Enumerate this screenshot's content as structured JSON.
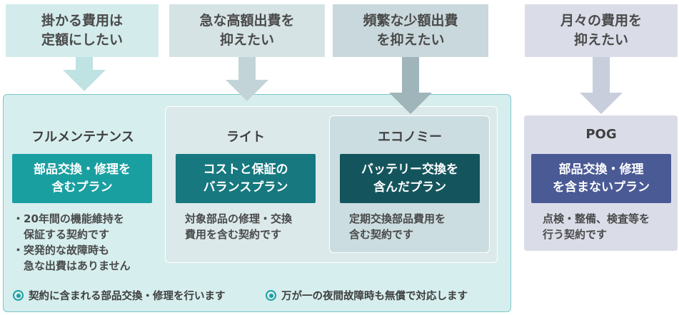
{
  "needs": [
    {
      "line1": "掛かる費用は",
      "line2": "定額にしたい"
    },
    {
      "line1": "急な高額出費を",
      "line2": "抑えたい"
    },
    {
      "line1": "頻繁な少額出費",
      "line2": "を抑えたい"
    },
    {
      "line1": "月々の費用を",
      "line2": "抑えたい"
    }
  ],
  "plans": {
    "full": {
      "title": "フルメンテナンス",
      "box_line1": "部品交換・修理を",
      "box_line2": "含むプラン",
      "bullets": [
        {
          "mark": "・",
          "lines": [
            "20年間の機能維持を",
            "保証する契約です"
          ]
        },
        {
          "mark": "・",
          "lines": [
            "突発的な故障時も",
            "急な出費はありません"
          ]
        }
      ]
    },
    "lite": {
      "title": "ライト",
      "box_line1": "コストと保証の",
      "box_line2": "バランスプラン",
      "desc_line1": "対象部品の修理・交換",
      "desc_line2": "費用を含む契約です"
    },
    "economy": {
      "title": "エコノミー",
      "box_line1": "バッテリー交換を",
      "box_line2": "含んだプラン",
      "desc_line1": "定期交換部品費用を",
      "desc_line2": "含む契約です"
    },
    "pog": {
      "title": "POG",
      "box_line1": "部品交換・修理",
      "box_line2": "を含まないプラン",
      "desc_line1": "点検・整備、検査等を",
      "desc_line2": "行う契約です"
    }
  },
  "features": [
    "契約に含まれる部品交換・修理を行います",
    "万が一の夜間故障時も無償で対応します"
  ],
  "colors": {
    "full_box": "#1a9fa1",
    "lite_box": "#17787f",
    "economy_box": "#14555d",
    "pog_box": "#4a5a95",
    "arrow1": "#bfe2e2",
    "arrow2": "#c2d4d7",
    "arrow3": "#9fb5ba",
    "arrow4": "#c9cedd",
    "feature_dot": "#1a9fa1"
  }
}
